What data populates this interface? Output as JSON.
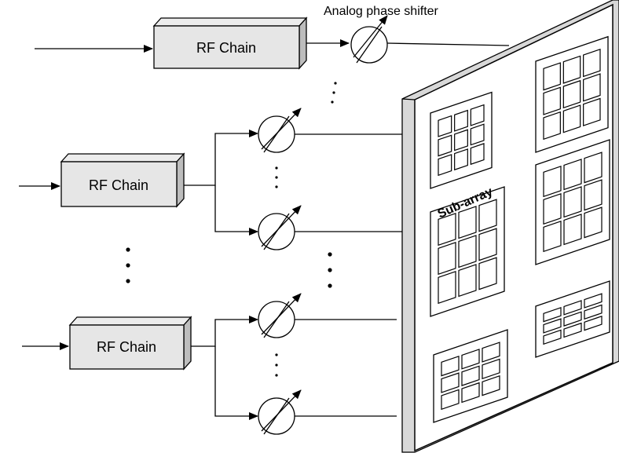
{
  "diagram": {
    "annotation": "Analog phase shifter",
    "rf_chains": [
      {
        "label": "RF Chain"
      },
      {
        "label": "RF Chain"
      },
      {
        "label": "RF Chain"
      }
    ],
    "subarray_label": "Sub-array",
    "ellipsis": "⋮"
  }
}
